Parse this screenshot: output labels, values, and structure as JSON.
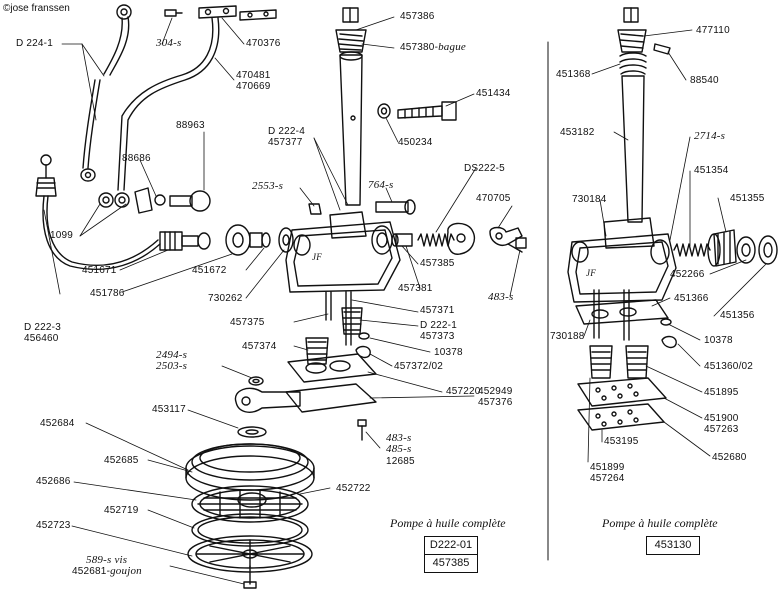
{
  "copyright": "©jose franssen",
  "left_assembly": {
    "title": "Pompe à huile complète",
    "ref_codes": [
      "D222-01",
      "457385"
    ]
  },
  "right_assembly": {
    "title": "Pompe à huile complète",
    "ref_codes": [
      "453130"
    ]
  },
  "labels": {
    "d2241": "D 224-1",
    "s304": "304-s",
    "p470376": "470376",
    "p470481": "470481",
    "p470669": "470669",
    "p88963": "88963",
    "p88686": "88686",
    "p1099": "1099",
    "p451671": "451671",
    "p451786": "451786",
    "d2223": "D 222-3",
    "p456460": "456460",
    "p457386": "457386",
    "p457380": "457380-",
    "bague": "bague",
    "p451434": "451434",
    "d2224": "D 222-4",
    "p457377": "457377",
    "p450234": "450234",
    "ds2225": "DS222-5",
    "s2553": "2553-s",
    "s764": "764-s",
    "p470705": "470705",
    "p451672": "451672",
    "p730262": "730262",
    "p457381": "457381",
    "p457385": "457385",
    "s483a": "483-s",
    "p457375": "457375",
    "p457371": "457371",
    "d2221": "D 222-1",
    "p457373": "457373",
    "p457374": "457374",
    "p10378a": "10378",
    "p457372": "457372/02",
    "s2494": "2494-s",
    "s2503": "2503-s",
    "p457220": "457220",
    "p453117": "453117",
    "p452949": "452949",
    "p457376": "457376",
    "p452684": "452684",
    "s483b": "483-s",
    "s485": "485-s",
    "p12685": "12685",
    "p452685": "452685",
    "p452686": "452686",
    "p452722": "452722",
    "p452719": "452719",
    "p452723": "452723",
    "s589": "589-s",
    "vis": "vis",
    "p452681": "452681-",
    "goujon": "goujon",
    "p477110": "477110",
    "p451368": "451368",
    "p88540": "88540",
    "p453182": "453182",
    "s2714": "2714-s",
    "p451354": "451354",
    "p730184": "730184",
    "p451355": "451355",
    "p452266": "452266",
    "p451356": "451356",
    "p451366": "451366",
    "p730188": "730188",
    "p10378b": "10378",
    "p451360": "451360/02",
    "p451895": "451895",
    "p451900": "451900",
    "p457263": "457263",
    "p453195": "453195",
    "p452680": "452680",
    "p451899": "451899",
    "p457264": "457264",
    "casting_mark_left": "JF",
    "casting_mark_right": "JF"
  }
}
